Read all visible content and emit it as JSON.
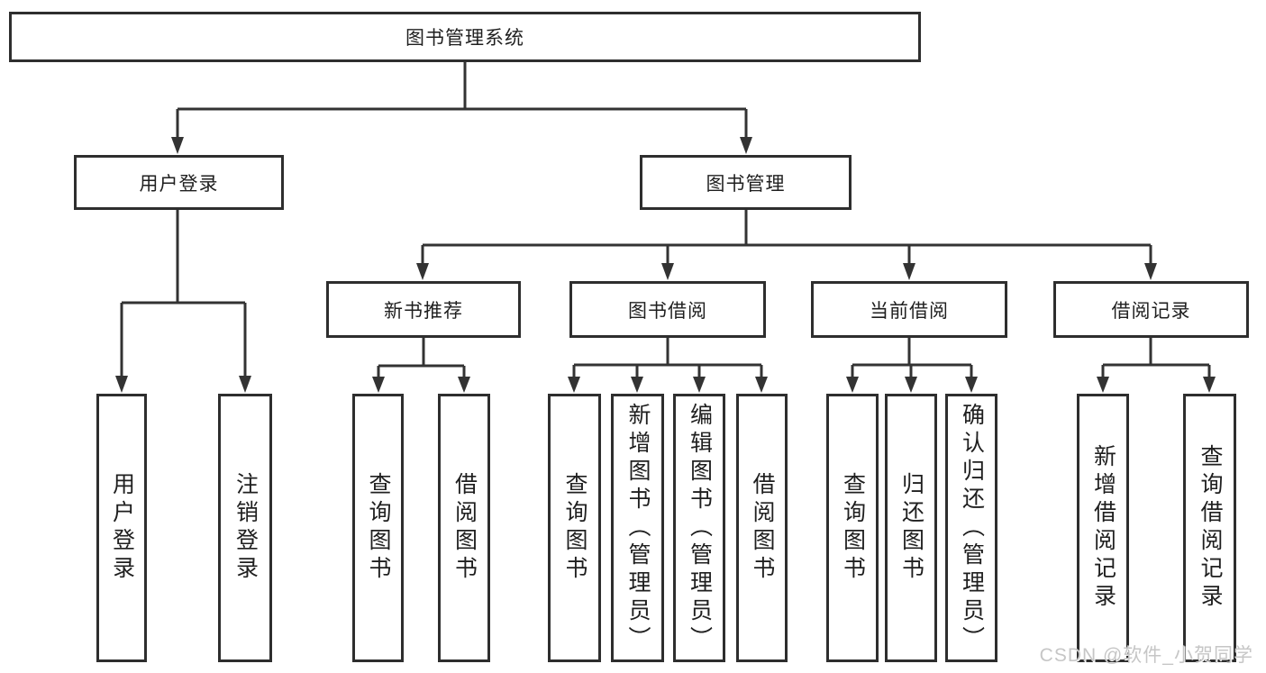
{
  "diagram": {
    "type": "function-structure-tree",
    "colors": {
      "background": "#ffffff",
      "line": "#333333",
      "box_border": "#2e2e2e",
      "box_fill": "#ffffff",
      "text": "#1f1f1f",
      "watermark_text": "#c6c6c6"
    },
    "watermark": "CSDN @软件_小贺同学",
    "tree": {
      "root": {
        "label": "图书管理系统",
        "children": [
          {
            "label": "用户登录",
            "children": [
              {
                "label": "用户登录"
              },
              {
                "label": "注销登录"
              }
            ]
          },
          {
            "label": "图书管理",
            "children": [
              {
                "label": "新书推荐",
                "children": [
                  {
                    "label": "查询图书"
                  },
                  {
                    "label": "借阅图书"
                  }
                ]
              },
              {
                "label": "图书借阅",
                "children": [
                  {
                    "label": "查询图书"
                  },
                  {
                    "label": "新增图书（管理员）"
                  },
                  {
                    "label": "编辑图书（管理员）"
                  },
                  {
                    "label": "借阅图书"
                  }
                ]
              },
              {
                "label": "当前借阅",
                "children": [
                  {
                    "label": "查询图书"
                  },
                  {
                    "label": "归还图书"
                  },
                  {
                    "label": "确认归还（管理员）"
                  }
                ]
              },
              {
                "label": "借阅记录",
                "children": [
                  {
                    "label": "新增借阅记录"
                  },
                  {
                    "label": "查询借阅记录"
                  }
                ]
              }
            ]
          }
        ]
      }
    }
  }
}
